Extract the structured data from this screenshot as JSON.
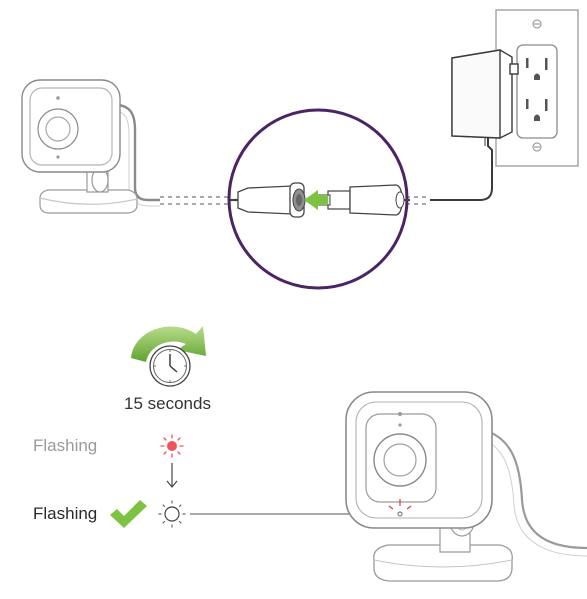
{
  "timer": {
    "label": "15 seconds"
  },
  "states": [
    {
      "label": "Flashing",
      "led": "red",
      "check": false
    },
    {
      "label": "Flashing",
      "led": "white",
      "check": true
    }
  ],
  "colors": {
    "accent_green": "#7dc242",
    "circle_purple": "#4b2466",
    "led_red": "#f0545a",
    "line_gray": "#8a8a8a",
    "muted_text": "#9a9a9a",
    "dark_text": "#2b2b2b"
  },
  "icons": [
    "camera-icon",
    "power-adapter-icon",
    "wall-outlet-icon",
    "plug-connector-icon",
    "arrow-icon",
    "clock-refresh-icon",
    "led-red-icon",
    "led-white-icon",
    "down-arrow-icon",
    "checkmark-icon"
  ]
}
